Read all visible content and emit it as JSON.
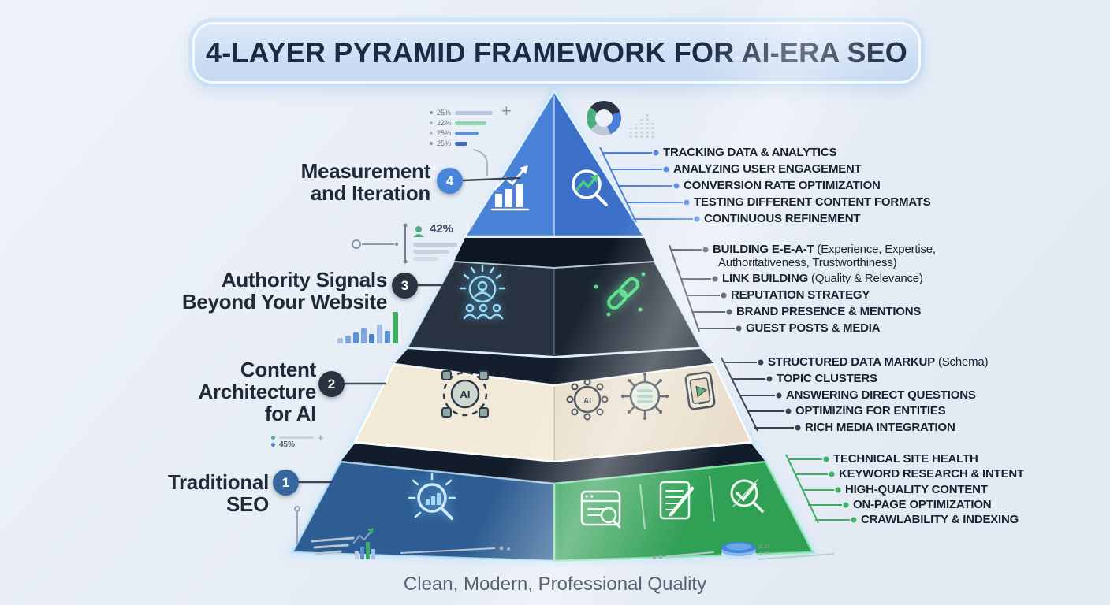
{
  "title": "4-LAYER PYRAMID FRAMEWORK FOR AI-ERA SEO",
  "caption": "Clean, Modern, Professional Quality",
  "icons": {
    "ai": "AI"
  },
  "colors": {
    "accent_blue": "#4a84d8",
    "accent_green": "#3fae62",
    "dark_navy": "#1b2431",
    "cream": "#f0e7d6"
  },
  "layers": [
    {
      "num": "4",
      "name_lines": [
        "Measurement",
        "and Iteration"
      ],
      "bullets": [
        {
          "b": "TRACKING DATA & ANALYTICS"
        },
        {
          "b": "ANALYZING USER ENGAGEMENT"
        },
        {
          "b": "CONVERSION RATE OPTIMIZATION"
        },
        {
          "b": "TESTING DIFFERENT CONTENT FORMATS"
        },
        {
          "b": "CONTINUOUS REFINEMENT"
        }
      ]
    },
    {
      "num": "3",
      "name_lines": [
        "Authority Signals",
        "Beyond Your Website"
      ],
      "bullets": [
        {
          "b": "BUILDING E-E-A-T",
          "r": " (Experience, Expertise,",
          "r2": "Authoritativeness, Trustworthiness)"
        },
        {
          "b": "LINK BUILDING",
          "r": " (Quality & Relevance)"
        },
        {
          "b": "REPUTATION STRATEGY"
        },
        {
          "b": "BRAND PRESENCE & MENTIONS"
        },
        {
          "b": "GUEST POSTS & MEDIA"
        }
      ]
    },
    {
      "num": "2",
      "name_lines": [
        "Content",
        "Architecture",
        "for AI"
      ],
      "bullets": [
        {
          "b": "STRUCTURED DATA MARKUP",
          "r": " (Schema)"
        },
        {
          "b": "TOPIC CLUSTERS"
        },
        {
          "b": "ANSWERING DIRECT QUESTIONS"
        },
        {
          "b": "OPTIMIZING FOR ENTITIES"
        },
        {
          "b": "RICH MEDIA INTEGRATION"
        }
      ]
    },
    {
      "num": "1",
      "name_lines": [
        "Traditional",
        "SEO"
      ],
      "bullets": [
        {
          "b": "TECHNICAL SITE HEALTH"
        },
        {
          "b": "KEYWORD RESEARCH & INTENT"
        },
        {
          "b": "HIGH-QUALITY CONTENT"
        },
        {
          "b": "ON-PAGE OPTIMIZATION"
        },
        {
          "b": "CRAWLABILITY & INDEXING"
        }
      ]
    }
  ],
  "decor": {
    "legend": [
      {
        "pct": "25%"
      },
      {
        "pct": "22%"
      },
      {
        "pct": "25%"
      },
      {
        "pct": "25%"
      }
    ],
    "stat42": "42%",
    "stat45": "45%",
    "plus": "+",
    "disc": [
      "0.13",
      "$.70"
    ]
  }
}
